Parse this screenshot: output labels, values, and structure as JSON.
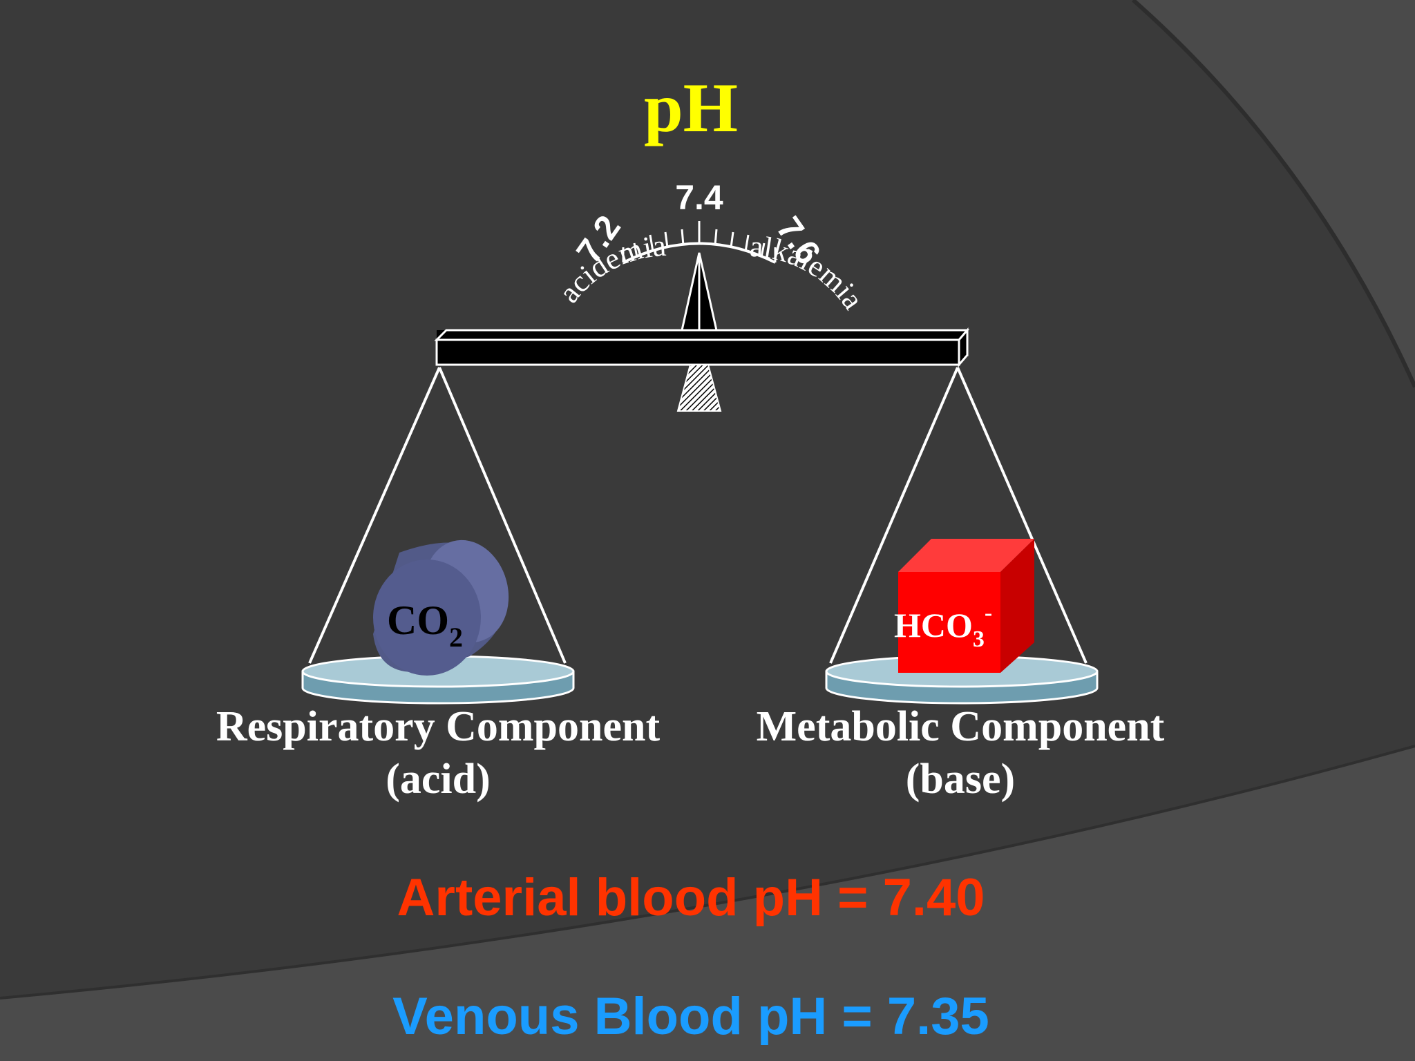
{
  "slide": {
    "title": "pH",
    "gauge": {
      "tick_low": "7.2",
      "tick_mid": "7.4",
      "tick_high": "7.6",
      "label_left": "acidemia",
      "label_right": "alkalemia"
    },
    "left_pan": {
      "object_label_main": "CO",
      "object_label_sub": "2",
      "component_label": "Respiratory Component",
      "component_type": "(acid)"
    },
    "right_pan": {
      "object_label_main": "HCO",
      "object_label_sub": "3",
      "object_label_sup": "-",
      "component_label": "Metabolic Component",
      "component_type": "(base)"
    },
    "arterial_text": "Arterial blood pH = 7.40",
    "venous_text": "Venous Blood pH = 7.35"
  },
  "colors": {
    "background": "#3a3a3a",
    "title": "#ffff00",
    "arterial": "#ff3300",
    "venous": "#1a9cff",
    "co2_cylinder": "#565e8e",
    "hco3_cube": "#ff0000",
    "pan": "#a9cad6"
  }
}
